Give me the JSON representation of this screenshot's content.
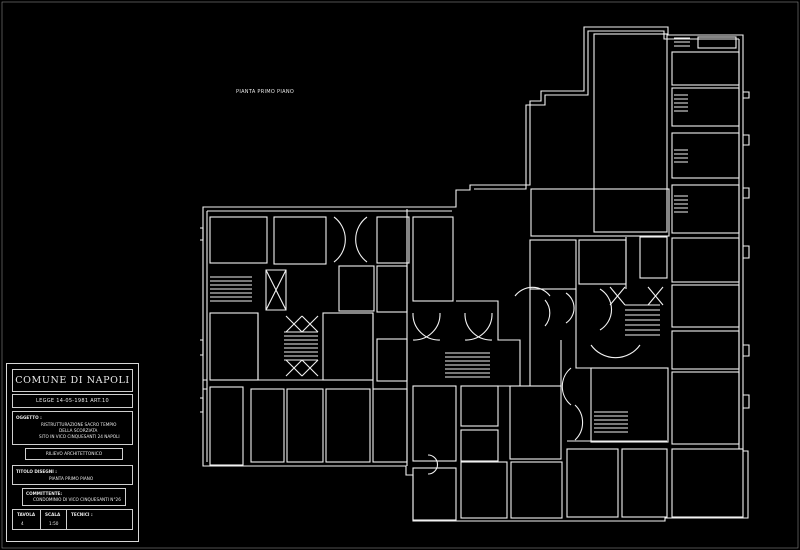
{
  "drawing": {
    "plan_title": "PIANTA PRIMO PIANO"
  },
  "title_block": {
    "comune": "COMUNE DI NAPOLI",
    "legge": "LEGGE 14-05-1981 ART.10",
    "oggetto_label": "OGGETTO :",
    "oggetto_lines": [
      "RISTRUTTURAZIONE SACRO TEMPIO",
      "DELLA SCORZIATA",
      "SITO IN VICO CINQUESANTI 24 NAPOLI"
    ],
    "rilievo": "RILIEVO ARCHITETTONICO",
    "titolo_label": "TITOLO DISEGNI :",
    "titolo_value": "PIANTA PRIMO PIANO",
    "committente_label": "COMMITTENTE:",
    "committente_value": "CONDOMINIO DI VICO CINQUESANTI N°26",
    "tavola_label": "TAVOLA",
    "tavola_value": "4",
    "scala_label": "SCALA",
    "scala_value": "1:50",
    "tecnici_label": "TECNICI :"
  },
  "colors": {
    "background": "#000000",
    "lines": "#ffffff"
  }
}
